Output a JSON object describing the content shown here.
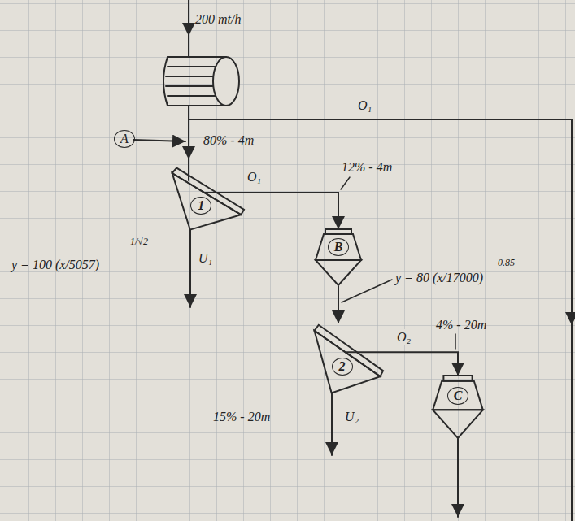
{
  "diagram": {
    "nodes": [
      {
        "text": [
          "1"
        ]
      },
      {
        "text": [
          "B"
        ]
      },
      {
        "text": [
          "2"
        ]
      },
      {
        "text": [
          "C"
        ]
      }
    ],
    "edges": [
      {
        "from": 0,
        "to": 1,
        "arrow": "to",
        "label": "O₁"
      },
      {
        "from": 1,
        "to": 2,
        "arrow": "to"
      },
      {
        "from": 2,
        "to": 3,
        "arrow": "to",
        "label": "O₂"
      }
    ],
    "labels": [
      "200 mt/h",
      "A",
      "80% - 4m",
      "O₁",
      "12% - 4m",
      "y = 100 (x/5057)",
      "1/√2",
      "U₁",
      "y = 80 (x/17000)",
      "0.85",
      "4% - 20m",
      "15% - 20m",
      "U₂"
    ]
  }
}
